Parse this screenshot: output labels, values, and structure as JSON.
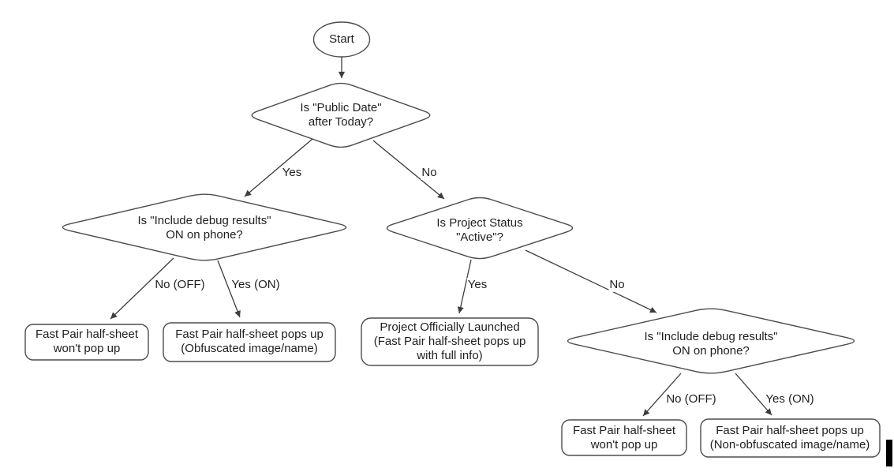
{
  "diagram": {
    "type": "flowchart",
    "colors": {
      "background": "#ffffff",
      "shape_fill": "#ffffff",
      "shape_stroke": "#4d4d4d",
      "edge_stroke": "#3d3d3d",
      "text": "#1f1f1f",
      "caret": "#000000"
    },
    "nodes": {
      "start": {
        "label": "Start"
      },
      "public_date": {
        "line1": "Is \"Public Date\"",
        "line2": "after Today?"
      },
      "debug_left": {
        "line1": "Is \"Include debug results\"",
        "line2": "ON on phone?"
      },
      "project_status": {
        "line1": "Is Project Status",
        "line2": "\"Active\"?"
      },
      "debug_right": {
        "line1": "Is \"Include debug results\"",
        "line2": "ON on phone?"
      },
      "wont_popup_left": {
        "line1": "Fast Pair half-sheet",
        "line2": "won't pop up"
      },
      "obfuscated": {
        "line1": "Fast Pair half-sheet pops up",
        "line2": "(Obfuscated image/name)"
      },
      "launched": {
        "line1": "Project Officially Launched",
        "line2": "(Fast Pair half-sheet pops up",
        "line3": "with full info)"
      },
      "wont_popup_right": {
        "line1": "Fast Pair half-sheet",
        "line2": "won't pop up"
      },
      "non_obfuscated": {
        "line1": "Fast Pair half-sheet pops up",
        "line2": "(Non-obfuscated image/name)"
      }
    },
    "edges": {
      "public_date_yes": "Yes",
      "public_date_no": "No",
      "debug_left_no": "No (OFF)",
      "debug_left_yes": "Yes (ON)",
      "project_status_yes": "Yes",
      "project_status_no": "No",
      "debug_right_no": "No (OFF)",
      "debug_right_yes": "Yes (ON)"
    }
  }
}
